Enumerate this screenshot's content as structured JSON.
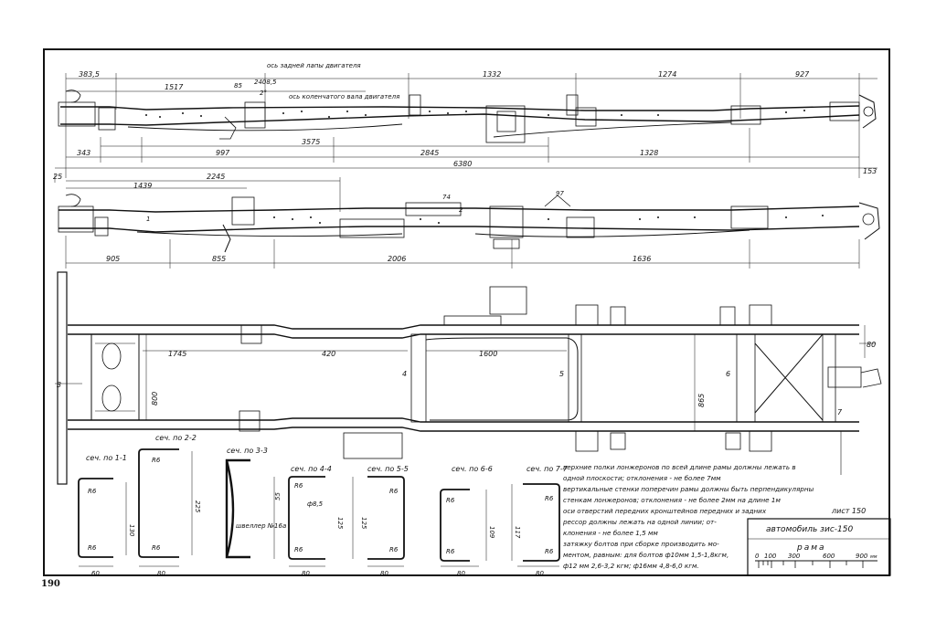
{
  "page_number": "190",
  "dims_top": {
    "row1": [
      "383,5",
      "1517",
      "1332",
      "1274",
      "927"
    ],
    "d2408": "2408,5",
    "d85": "85",
    "d2deg": "2°",
    "rear_paw_label": "ось задней лапы двигателя",
    "crank_label": "ось коленчатого вала двигателя",
    "d3575": "3575",
    "row3": [
      "343",
      "997",
      "2845",
      "1328"
    ],
    "d25": "25",
    "d6380": "6380",
    "d153": "153"
  },
  "dims_mid": {
    "d2245": "2245",
    "d1439": "1439",
    "d74": "74",
    "d97": "97",
    "s2": "2",
    "s1": "1",
    "row": [
      "905",
      "855",
      "2006",
      "1636"
    ]
  },
  "dims_plan": {
    "d1745": "1745",
    "d420": "420",
    "d1600": "1600",
    "d800": "800",
    "d865": "865",
    "d80": "80",
    "s3": "3",
    "s4": "4",
    "s5": "5",
    "s6": "6",
    "s7": "7"
  },
  "sections": [
    {
      "title": "сеч. по 1-1",
      "radius1": "R6",
      "radius2": "R6",
      "height": "130",
      "width": "60"
    },
    {
      "title": "сеч. по 2-2",
      "radius1": "R6",
      "radius2": "R6",
      "height": "225",
      "width": "80"
    },
    {
      "title": "сеч. по 3-3",
      "channel": "швеллер №16а"
    },
    {
      "title": "сеч. по 4-4",
      "radius1": "R6",
      "radius2": "R6",
      "height": "125",
      "width": "80",
      "hole": "ф8,5",
      "h55": "55"
    },
    {
      "title": "сеч. по 5-5",
      "radius1": "R6",
      "radius2": "R6",
      "height": "125",
      "width": "80"
    },
    {
      "title": "сеч. по 6-6",
      "radius1": "R6",
      "radius2": "R6",
      "height": "109",
      "width": "80"
    },
    {
      "title": "сеч. по 7-7",
      "radius1": "R6",
      "radius2": "R6",
      "height": "117",
      "width": "80"
    }
  ],
  "notes": [
    "верхние полки лонжеронов по всей длине рамы должны лежать в",
    "одной плоскости; отклонения - не более 7мм",
    "вертикальные стенки поперечин рамы должны быть перпендикулярны",
    "стенкам лонжеронов; отклонения - не более 2мм на длине 1м",
    "оси отверстий передних кронштейнов передних и задних",
    "рессор должны лежать на одной линии; от-",
    "клонения - не более 1,5 мм",
    "затяжку болтов при сборке производить мо-",
    "ментом, равным: для болтов ф10мм 1,5-1,8кгм,",
    "ф12 мм 2,6-3,2 кгм; ф16мм 4,8-6,0 кгм."
  ],
  "title_block": {
    "sheet": "лист 150",
    "model": "автомобиль зис-150",
    "part": "рама"
  },
  "scale": {
    "labels": [
      "0",
      "100",
      "300",
      "600",
      "900"
    ],
    "unit": "мм"
  }
}
